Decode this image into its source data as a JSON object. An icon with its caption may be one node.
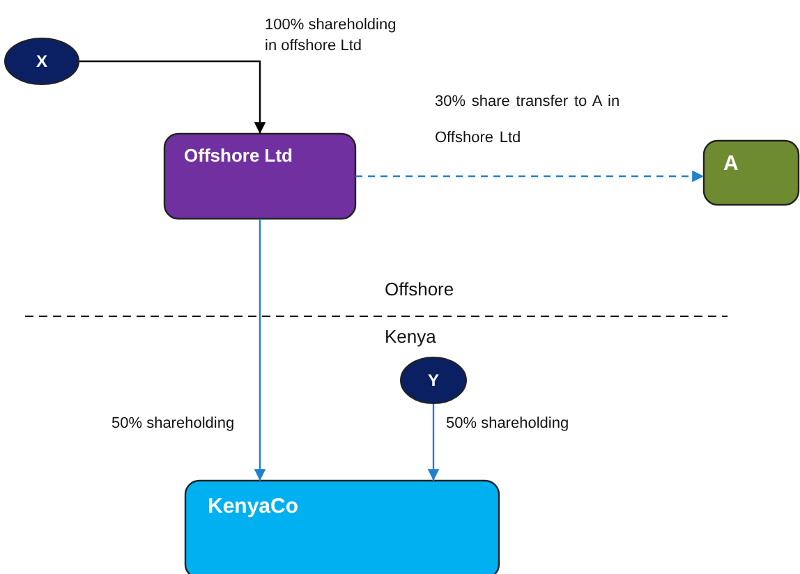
{
  "diagram": {
    "nodes": [
      {
        "text": [
          "X"
        ]
      },
      {
        "text": [
          "Offshore Ltd"
        ]
      },
      {
        "text": [
          "A"
        ]
      },
      {
        "text": [
          "Y"
        ]
      },
      {
        "text": [
          "KenyaCo"
        ]
      }
    ],
    "edges": [
      {
        "from": 0,
        "to": 1,
        "arrow": "to",
        "label": "100% shareholding in offshore Ltd",
        "color": "#000000"
      },
      {
        "from": 1,
        "to": 2,
        "arrow": "to",
        "label": "30% share transfer to A in Offshore Ltd",
        "style": "dashed"
      },
      {
        "from": 1,
        "to": 4,
        "arrow": "to",
        "label": "50% shareholding"
      },
      {
        "from": 3,
        "to": 4,
        "arrow": "to",
        "label": "50% shareholding"
      }
    ],
    "labels": [
      "Offshore",
      "Kenya"
    ]
  }
}
